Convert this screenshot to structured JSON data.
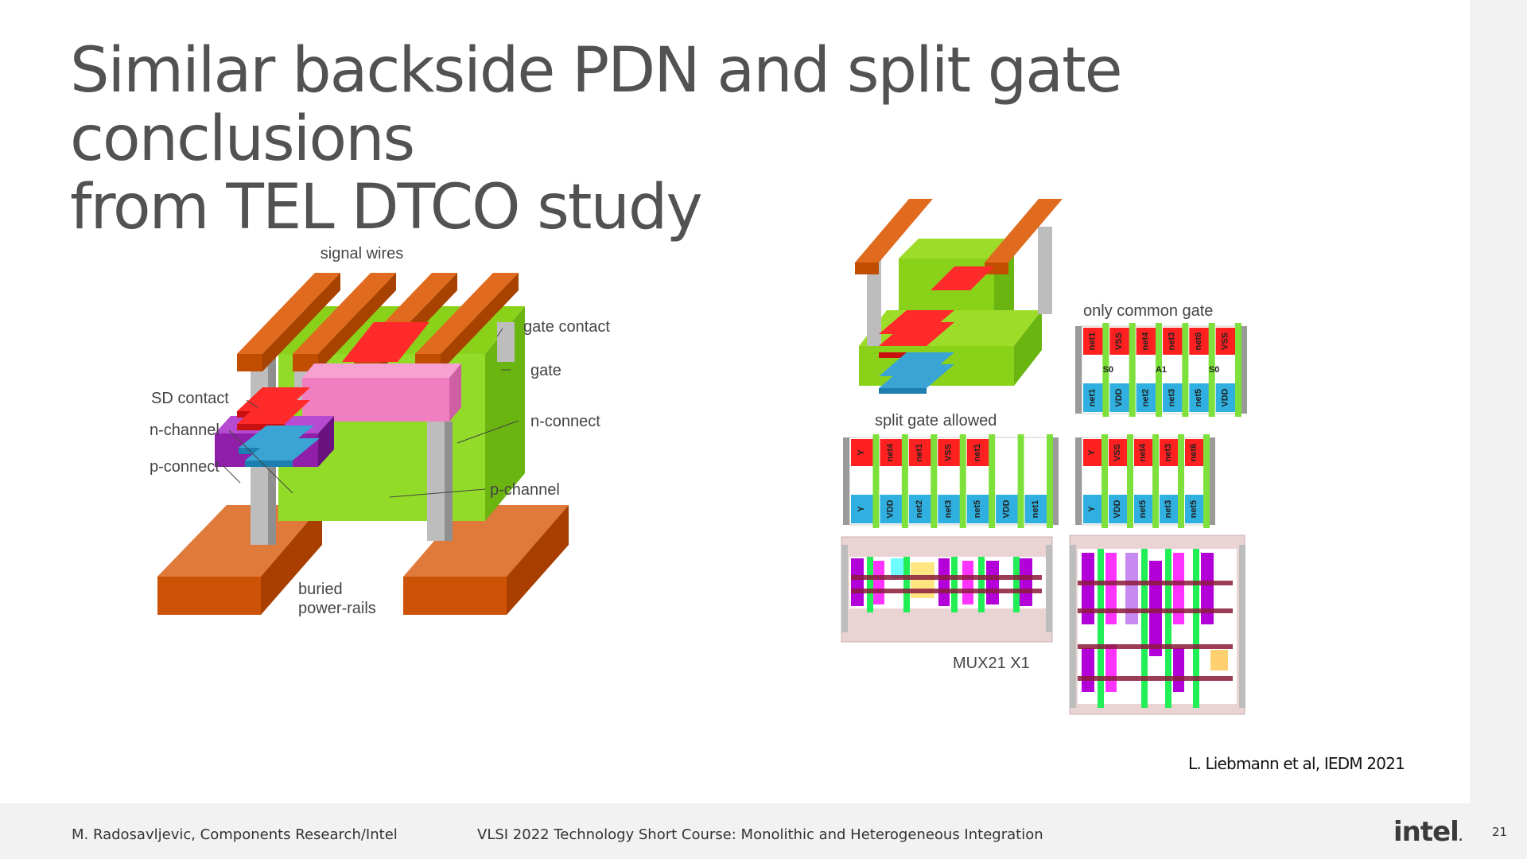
{
  "title": {
    "line1": "Similar backside PDN and split gate conclusions",
    "line2": "from TEL DTCO study"
  },
  "left_figure": {
    "labels": {
      "signal_wires": "signal wires",
      "gate_contact": "gate contact",
      "gate": "gate",
      "sd_contact": "SD contact",
      "n_channel": "n-channel",
      "n_connect": "n-connect",
      "p_connect": "p-connect",
      "p_channel": "p-channel",
      "buried_1": "buried",
      "buried_2": "power-rails"
    }
  },
  "right_figure": {
    "labels": {
      "only_common_gate": "only common gate",
      "split_gate_allowed": "split gate allowed",
      "mux": "MUX21 X1"
    },
    "common_gate_top": [
      "net1",
      "VSS",
      "net4",
      "net3",
      "net6",
      "VSS"
    ],
    "common_gate_bottom": [
      "net1",
      "VDD",
      "net2",
      "net3",
      "net5",
      "VDD"
    ],
    "common_gate_mid": [
      "S0",
      "A1",
      "S0"
    ],
    "split_gate_top": [
      "Y",
      "net4",
      "net1",
      "VSS",
      "net1"
    ],
    "split_gate_bottom": [
      "Y",
      "VDD",
      "net2",
      "net3",
      "net5",
      "VDD",
      "net1"
    ],
    "common_gate_2_top": [
      "Y",
      "VSS",
      "net4",
      "net3",
      "net6"
    ],
    "common_gate_2_bottom": [
      "Y",
      "VDD",
      "net5",
      "net3",
      "net5"
    ]
  },
  "citation": "L. Liebmann et al, IEDM 2021",
  "footer": {
    "author": "M. Radosavljevic, Components Research/Intel",
    "course": "VLSI 2022 Technology Short Course: Monolithic and Heterogeneous Integration",
    "logo": "intel",
    "page": "21"
  }
}
